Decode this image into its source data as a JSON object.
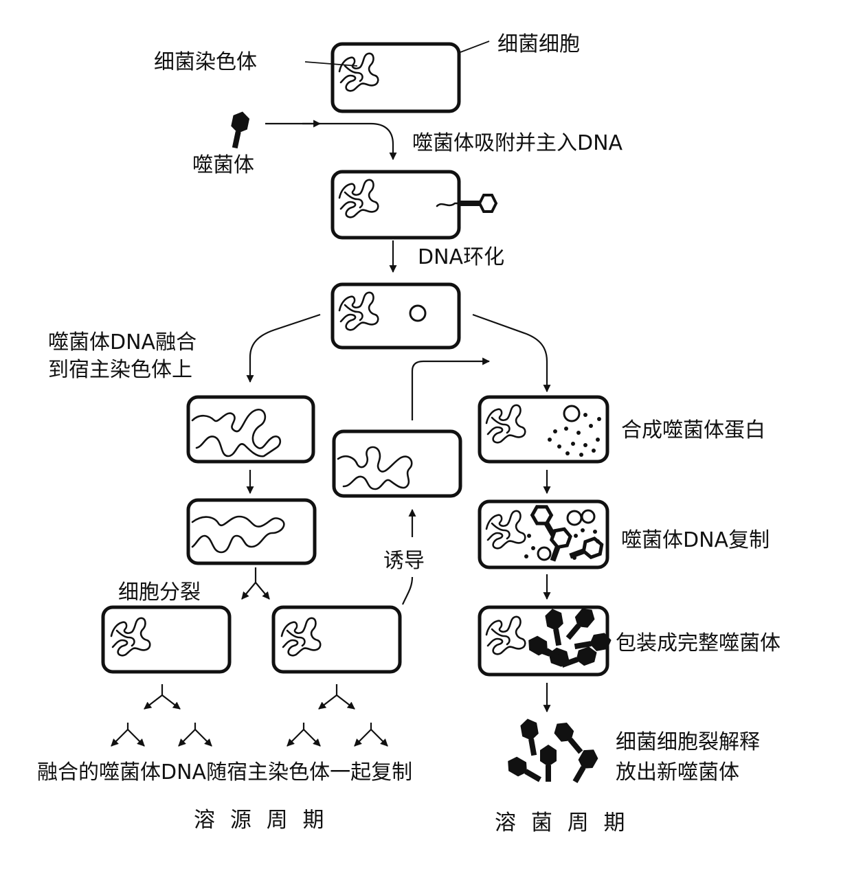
{
  "labels": {
    "bacterial_chromosome": "细菌染色体",
    "bacterial_cell": "细菌细胞",
    "phage": "噬菌体",
    "adsorb_inject": "噬菌体吸附并主入DNA",
    "dna_circularize": "DNA环化",
    "integrate_line1": "噬菌体DNA融合",
    "integrate_line2": "到宿主染色体上",
    "synthesize_protein": "合成噬菌体蛋白",
    "dna_replication": "噬菌体DNA复制",
    "package": "包装成完整噬菌体",
    "lysis_line1": "细菌细胞裂解释",
    "lysis_line2": "放出新噬菌体",
    "cell_division": "细胞分裂",
    "induction": "诱导",
    "replicate_with_host": "融合的噬菌体DNA随宿主染色体一起复制",
    "lysogenic_cycle": "溶 源 周 期",
    "lytic_cycle": "溶 菌 周 期"
  },
  "colors": {
    "ink": "#111111",
    "background": "#ffffff"
  }
}
